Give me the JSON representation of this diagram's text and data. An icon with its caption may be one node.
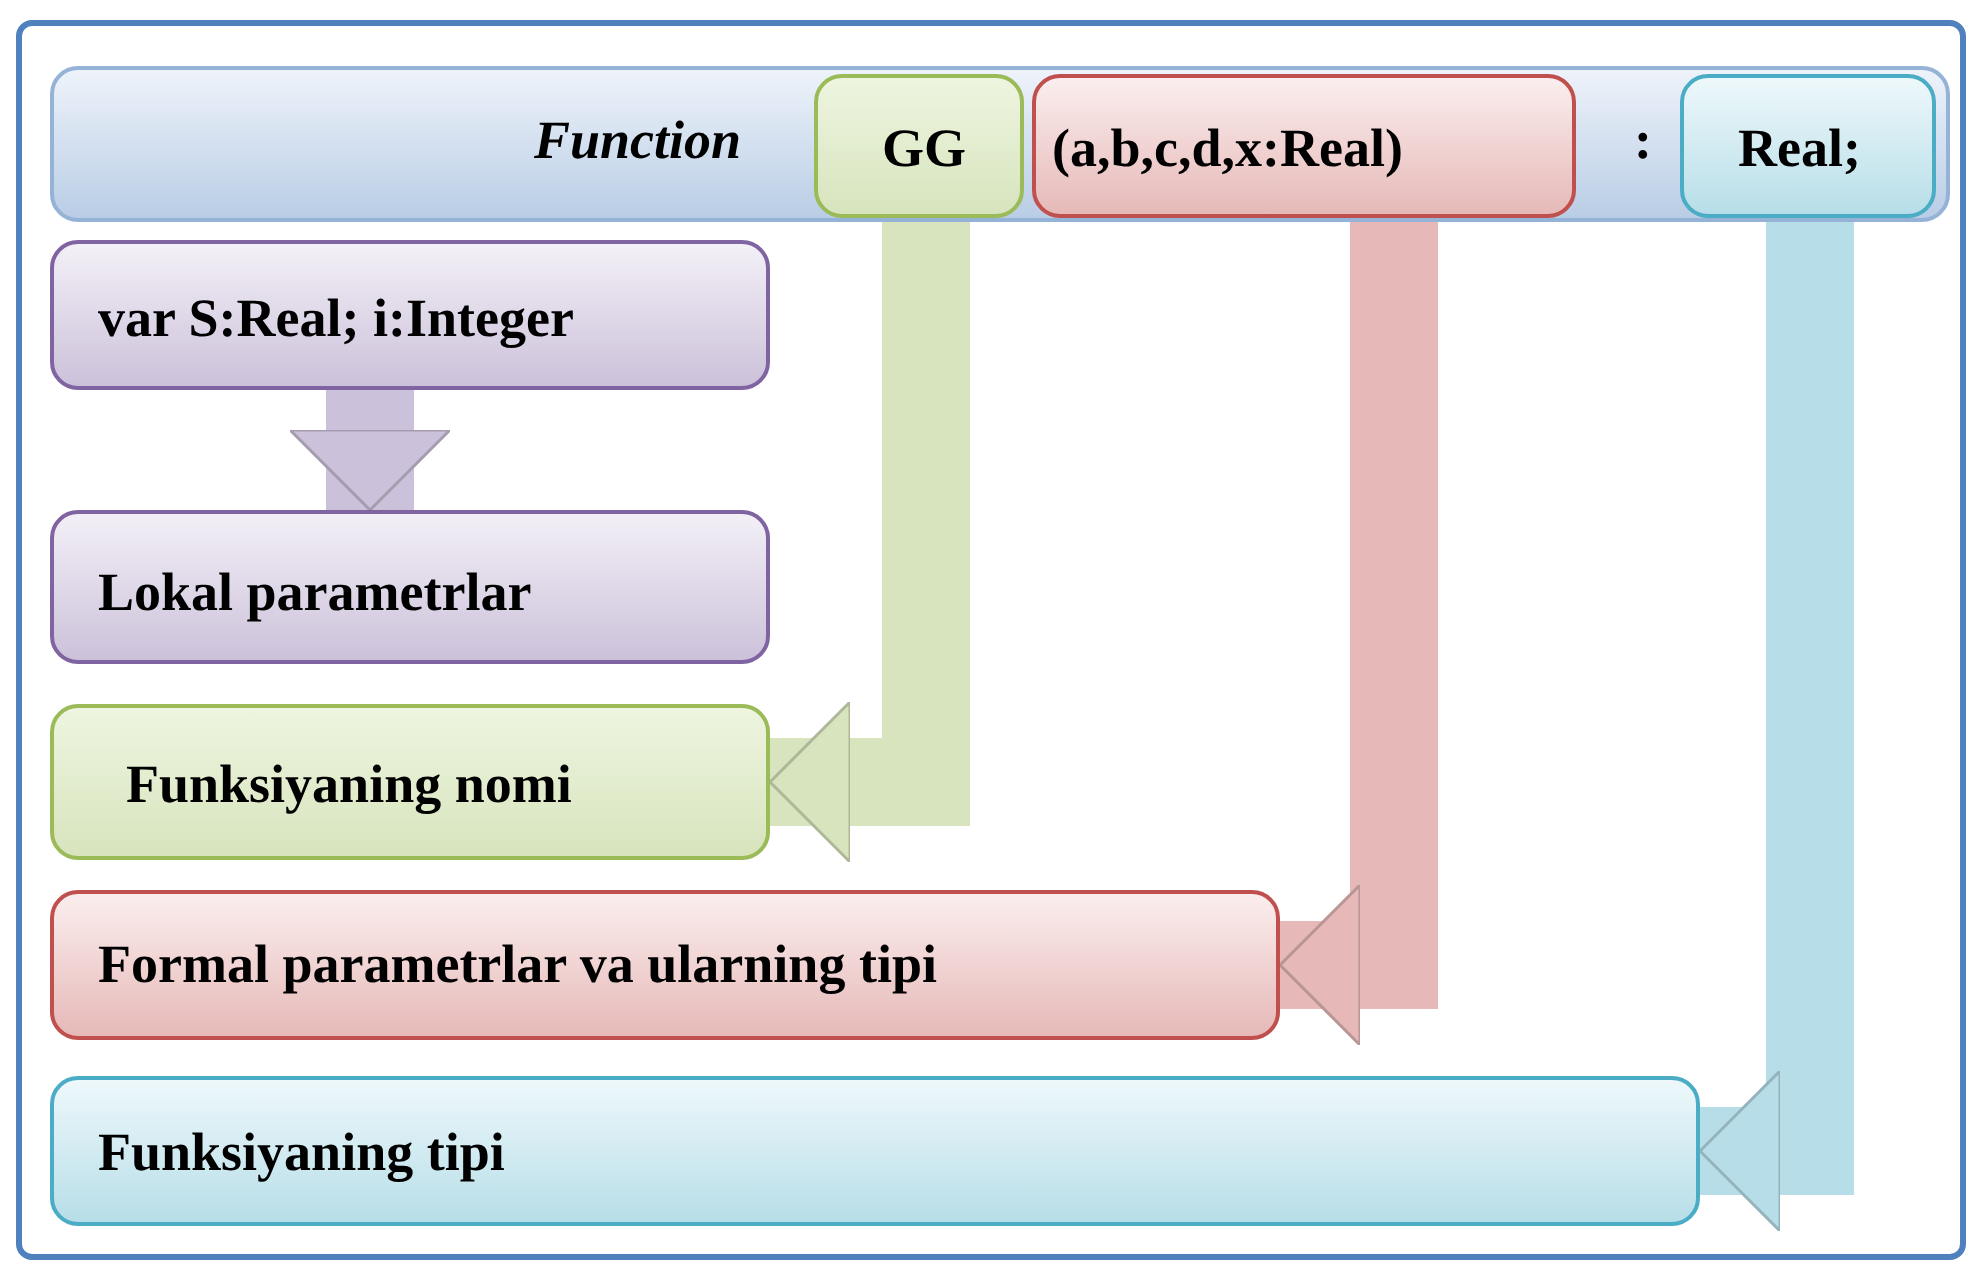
{
  "diagram": {
    "nodes": [
      {
        "text": [
          "Function",
          ":"
        ]
      },
      {
        "text": [
          "GG"
        ],
        "in": 0
      },
      {
        "text": [
          "(a,b,c,d,x:Real)"
        ],
        "in": 0
      },
      {
        "text": [
          "Real;"
        ],
        "in": 0
      },
      {
        "text": [
          "var S:Real; i:Integer"
        ]
      },
      {
        "text": [
          "Lokal parametrlar"
        ]
      },
      {
        "text": [
          "Funksiyaning nomi"
        ]
      },
      {
        "text": [
          "Formal parametrlar va ularning tipi"
        ]
      },
      {
        "text": [
          "Funksiyaning tipi"
        ]
      }
    ],
    "edges": [
      {
        "from": 4,
        "to": 5,
        "arrow": "to",
        "color": "#ccc1da"
      },
      {
        "from": 1,
        "to": 6,
        "arrow": "to",
        "color": "#d7e4bd"
      },
      {
        "from": 2,
        "to": 7,
        "arrow": "to",
        "color": "#e6b9b8"
      },
      {
        "from": 3,
        "to": 8,
        "arrow": "to",
        "color": "#b7dee8"
      }
    ]
  }
}
